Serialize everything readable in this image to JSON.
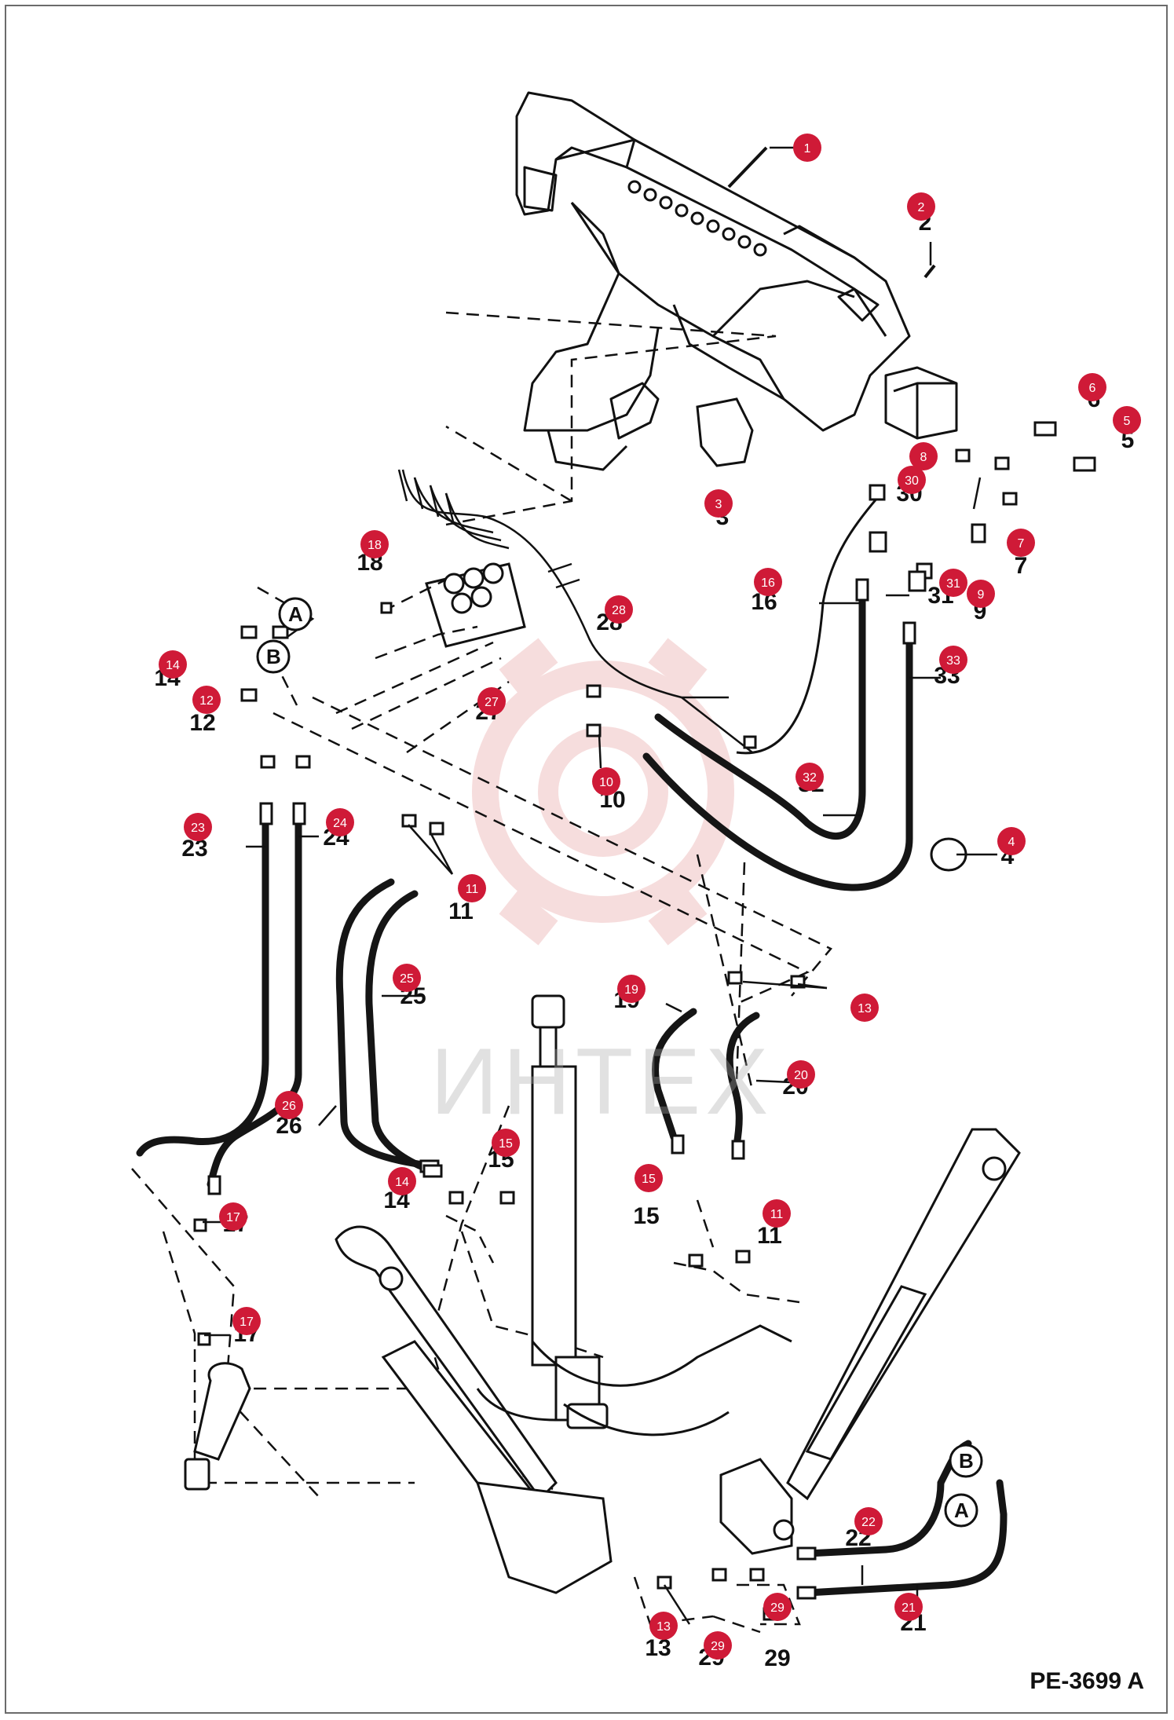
{
  "drawing": {
    "code": "PE-3699 A",
    "watermark": "ИНТЕХ"
  },
  "connectors": [
    "A",
    "B"
  ],
  "callouts": [
    {
      "id": "c1",
      "badge": "1",
      "label": ""
    },
    {
      "id": "c2",
      "badge": "2",
      "label": "2"
    },
    {
      "id": "c3",
      "badge": "3",
      "label": "3"
    },
    {
      "id": "c4",
      "badge": "4",
      "label": "4"
    },
    {
      "id": "c5",
      "badge": "5",
      "label": "5"
    },
    {
      "id": "c6",
      "badge": "6",
      "label": "6"
    },
    {
      "id": "c7",
      "badge": "7",
      "label": "7"
    },
    {
      "id": "c8",
      "badge": "8",
      "label": ""
    },
    {
      "id": "c9",
      "badge": "9",
      "label": "9"
    },
    {
      "id": "c10",
      "badge": "10",
      "label": "10"
    },
    {
      "id": "c11a",
      "badge": "11",
      "label": "11"
    },
    {
      "id": "c11b",
      "badge": "11",
      "label": "11"
    },
    {
      "id": "c12",
      "badge": "12",
      "label": "12"
    },
    {
      "id": "c13a",
      "badge": "13",
      "label": ""
    },
    {
      "id": "c13b",
      "badge": "13",
      "label": "13"
    },
    {
      "id": "c14a",
      "badge": "14",
      "label": "14"
    },
    {
      "id": "c14b",
      "badge": "14",
      "label": "14"
    },
    {
      "id": "c15a",
      "badge": "15",
      "label": "15"
    },
    {
      "id": "c15b",
      "badge": "15",
      "label": "15"
    },
    {
      "id": "c16",
      "badge": "16",
      "label": "16"
    },
    {
      "id": "c17a",
      "badge": "17",
      "label": "17"
    },
    {
      "id": "c17b",
      "badge": "17",
      "label": "17"
    },
    {
      "id": "c18",
      "badge": "18",
      "label": "18"
    },
    {
      "id": "c19",
      "badge": "19",
      "label": "19"
    },
    {
      "id": "c20",
      "badge": "20",
      "label": "20"
    },
    {
      "id": "c21",
      "badge": "21",
      "label": "21"
    },
    {
      "id": "c22",
      "badge": "22",
      "label": "22"
    },
    {
      "id": "c23",
      "badge": "23",
      "label": "23"
    },
    {
      "id": "c24",
      "badge": "24",
      "label": "24"
    },
    {
      "id": "c25",
      "badge": "25",
      "label": "25"
    },
    {
      "id": "c26",
      "badge": "26",
      "label": "26"
    },
    {
      "id": "c27",
      "badge": "27",
      "label": "27"
    },
    {
      "id": "c28",
      "badge": "28",
      "label": "28"
    },
    {
      "id": "c29a",
      "badge": "29",
      "label": "29"
    },
    {
      "id": "c29b",
      "badge": "29",
      "label": "29"
    },
    {
      "id": "c30",
      "badge": "30",
      "label": "30"
    },
    {
      "id": "c31",
      "badge": "31",
      "label": "31"
    },
    {
      "id": "c32",
      "badge": "32",
      "label": "32"
    },
    {
      "id": "c33",
      "badge": "33",
      "label": "33"
    }
  ],
  "colors": {
    "badge": "#cf1a37",
    "line": "#111111",
    "hose": "#151515",
    "watermark": "#e8a0a0"
  }
}
